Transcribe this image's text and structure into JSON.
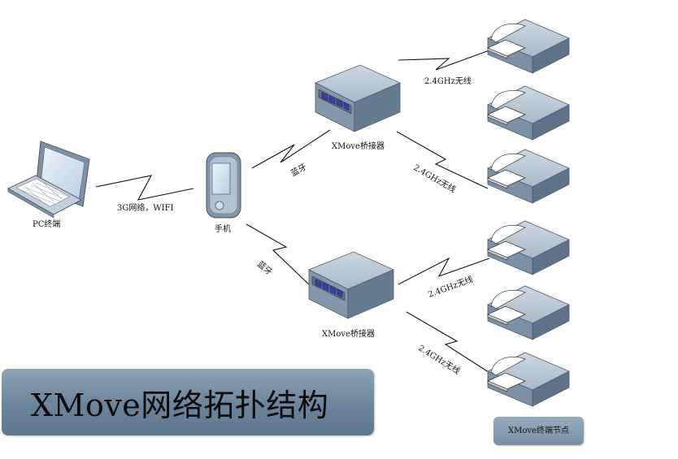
{
  "diagram": {
    "title": "XMove网络拓扑结构",
    "legend_label": "XMove终端节点",
    "nodes": {
      "pc": "PC终端",
      "phone": "手机",
      "bridge_top": "XMove桥接器",
      "bridge_bottom": "XMove桥接器"
    },
    "links": {
      "pc_phone": "3G网络，WIFI",
      "phone_bridge_top": "蓝牙",
      "phone_bridge_bottom": "蓝牙",
      "bridge_top_term1": "2.4GHz无线",
      "bridge_top_term3": "2.4GHz无线",
      "bridge_bottom_term4": "2.4GHz无线",
      "bridge_bottom_term6": "2.4GHz无线"
    },
    "colors": {
      "banner": "#6c849a",
      "device_top": "#b9c7d4",
      "device_side": "#6e8397",
      "bridge_leds": "#3441a8"
    }
  }
}
